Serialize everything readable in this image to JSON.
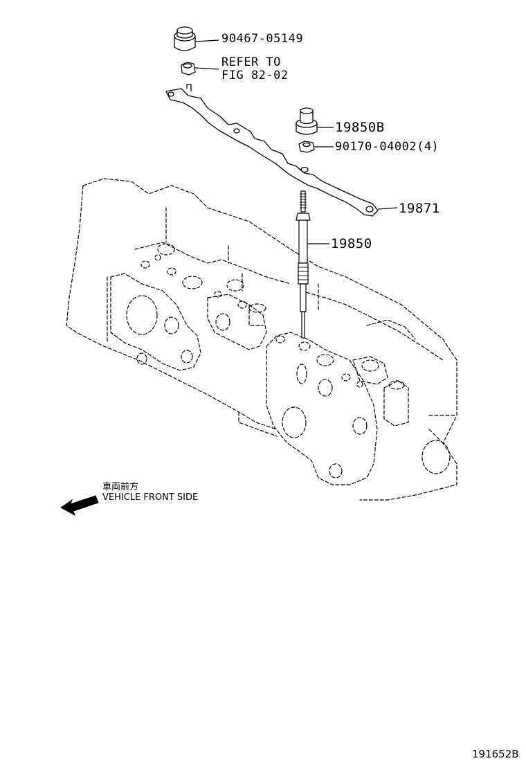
{
  "callouts": {
    "cap_part": "90467-05149",
    "refer_line1": "REFER TO",
    "refer_line2": "FIG 82-02",
    "connector_part": "19850B",
    "nut_part": "90170-04002(4)",
    "busbar_part": "19871",
    "glowplug_part": "19850"
  },
  "direction": {
    "jp_label": "車両前方",
    "en_label": "VEHICLE FRONT SIDE"
  },
  "figure_id": "191652B"
}
